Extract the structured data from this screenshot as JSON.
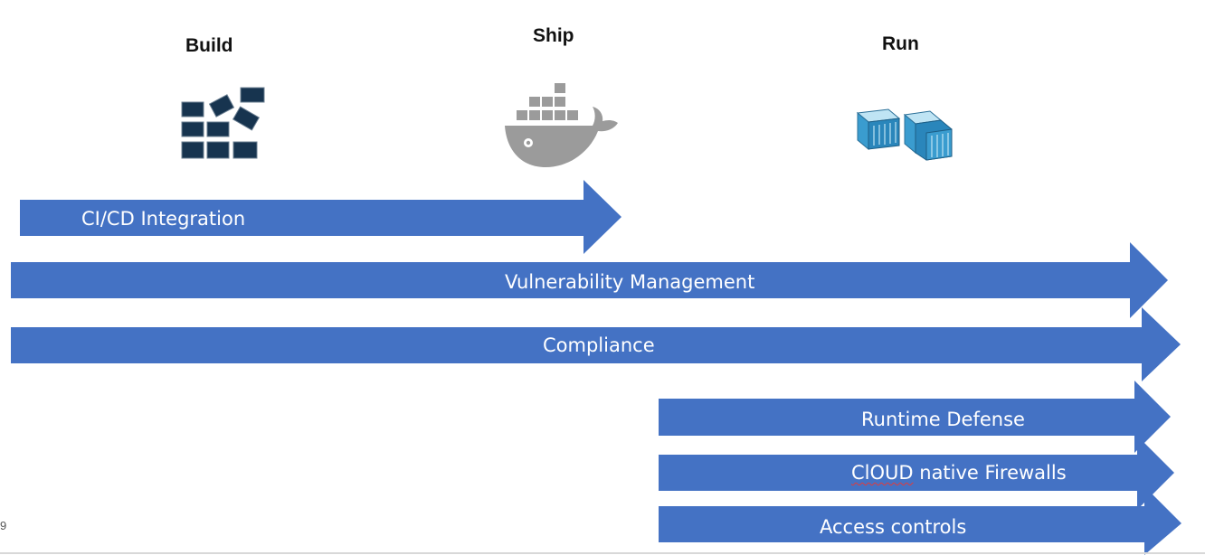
{
  "stages": {
    "build": "Build",
    "ship": "Ship",
    "run": "Run"
  },
  "arrows": {
    "cicd": "CI/CD Integration",
    "vulnerability": "Vulnerability Management",
    "compliance": "Compliance",
    "runtime": "Runtime Defense",
    "cloud_misspelled": "ClOUD",
    "cloud_rest": " native Firewalls",
    "access": "Access controls"
  },
  "slide_number": "9",
  "colors": {
    "arrow_fill": "#4472c4",
    "build_icon": "#17344f",
    "ship_icon": "#9b9b9b",
    "run_icon": "#3a9ccf"
  },
  "icons": {
    "build": "brick-wall-icon",
    "ship": "docker-whale-icon",
    "run": "shipping-containers-icon"
  }
}
